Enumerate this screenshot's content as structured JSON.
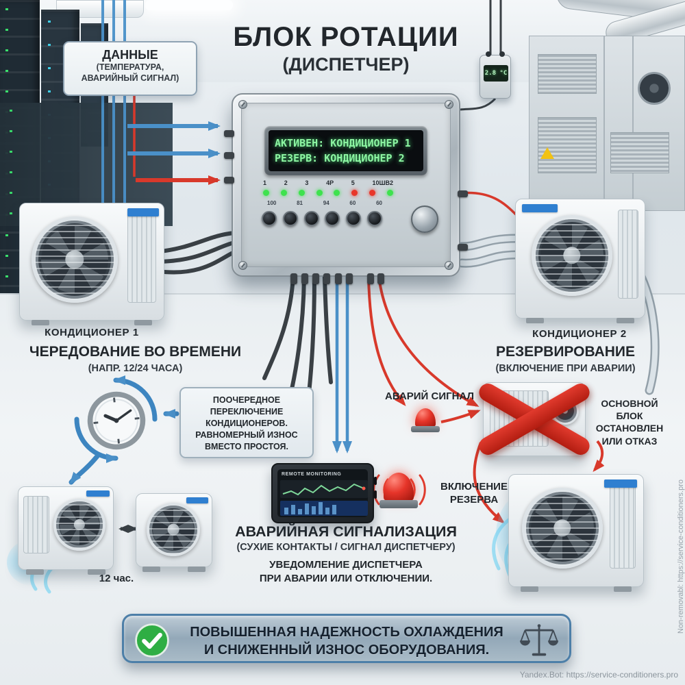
{
  "colors": {
    "blue_accent": "#4a90c8",
    "red_accent": "#d8392b",
    "cable_dark": "#3a4045",
    "led_green": "#3ee24e",
    "led_red": "#e8362a",
    "lcd_text": "#8df5a2",
    "check_green": "#2fae44",
    "banner_border": "#4d7fa8"
  },
  "title": {
    "line1": "БЛОК РОТАЦИИ",
    "line2": "(ДИСПЕТЧЕР)"
  },
  "data_box": {
    "title": "ДАННЫЕ",
    "line1": "(ТЕМПЕРАТУРА,",
    "line2": "АВАРИЙНЫЙ СИГНАЛ)"
  },
  "controller": {
    "lcd_line1": "АКТИВЕН: КОНДИЦИОНЕР 1",
    "lcd_line2": "РЕЗЕРВ: КОНДИЦИОНЕР 2",
    "channel_labels": [
      "1",
      "2",
      "3",
      "4P",
      "5",
      "10ШВ2"
    ],
    "led_colors": [
      "#3ee24e",
      "#3ee24e",
      "#3ee24e",
      "#3ee24e",
      "#3ee24e",
      "#e8362a",
      "#e8362a",
      "#3ee24e"
    ],
    "value_labels": [
      "100",
      "81",
      "94",
      "60",
      "60"
    ]
  },
  "sensor": {
    "reading": "2.8 °C"
  },
  "units": {
    "unit1_label": "КОНДИЦИОНЕР 1",
    "unit2_label": "КОНДИЦИОНЕР 2"
  },
  "rotation": {
    "title": "ЧЕРЕДОВАНИЕ ВО ВРЕМЕНИ",
    "subtitle": "(НАПР. 12/24 ЧАСА)",
    "note": "ПООЧЕРЕДНОЕ ПЕРЕКЛЮЧЕНИЕ КОНДИЦИОНЕРОВ. РАВНОМЕРНЫЙ ИЗНОС ВМЕСТО ПРОСТОЯ.",
    "interval": "12 час."
  },
  "reserve": {
    "title": "РЕЗЕРВИРОВАНИЕ",
    "subtitle": "(ВКЛЮЧЕНИЕ ПРИ АВАРИИ)",
    "alarm_signal": "АВАРИЙ СИГНАЛ",
    "main_stopped": "ОСНОВНОЙ БЛОК ОСТАНОВЛЕН ИЛИ ОТКАЗ",
    "reserve_on": "ВКЛЮЧЕНИЕ РЕЗЕРВА"
  },
  "alarm": {
    "monitor_title": "REMOTE MONITORING",
    "title": "АВАРИЙНАЯ СИГНАЛИЗАЦИЯ",
    "subtitle": "(СУХИЕ КОНТАКТЫ / СИГНАЛ ДИСПЕТЧЕРУ)",
    "note_line1": "УВЕДОМЛЕНИЕ ДИСПЕТЧЕРА",
    "note_line2": "ПРИ АВАРИИ ИЛИ ОТКЛЮЧЕНИИ."
  },
  "banner": {
    "line1": "ПОВЫШЕННАЯ НАДЕЖНОСТЬ ОХЛАЖДЕНИЯ",
    "line2": "И СНИЖЕННЫЙ ИЗНОС ОБОРУДОВАНИЯ."
  },
  "watermark": {
    "bottom": "Yandex.Bot: https://service-conditioners.pro",
    "side": "Non-removabl: https://service-conditioners.pro"
  }
}
